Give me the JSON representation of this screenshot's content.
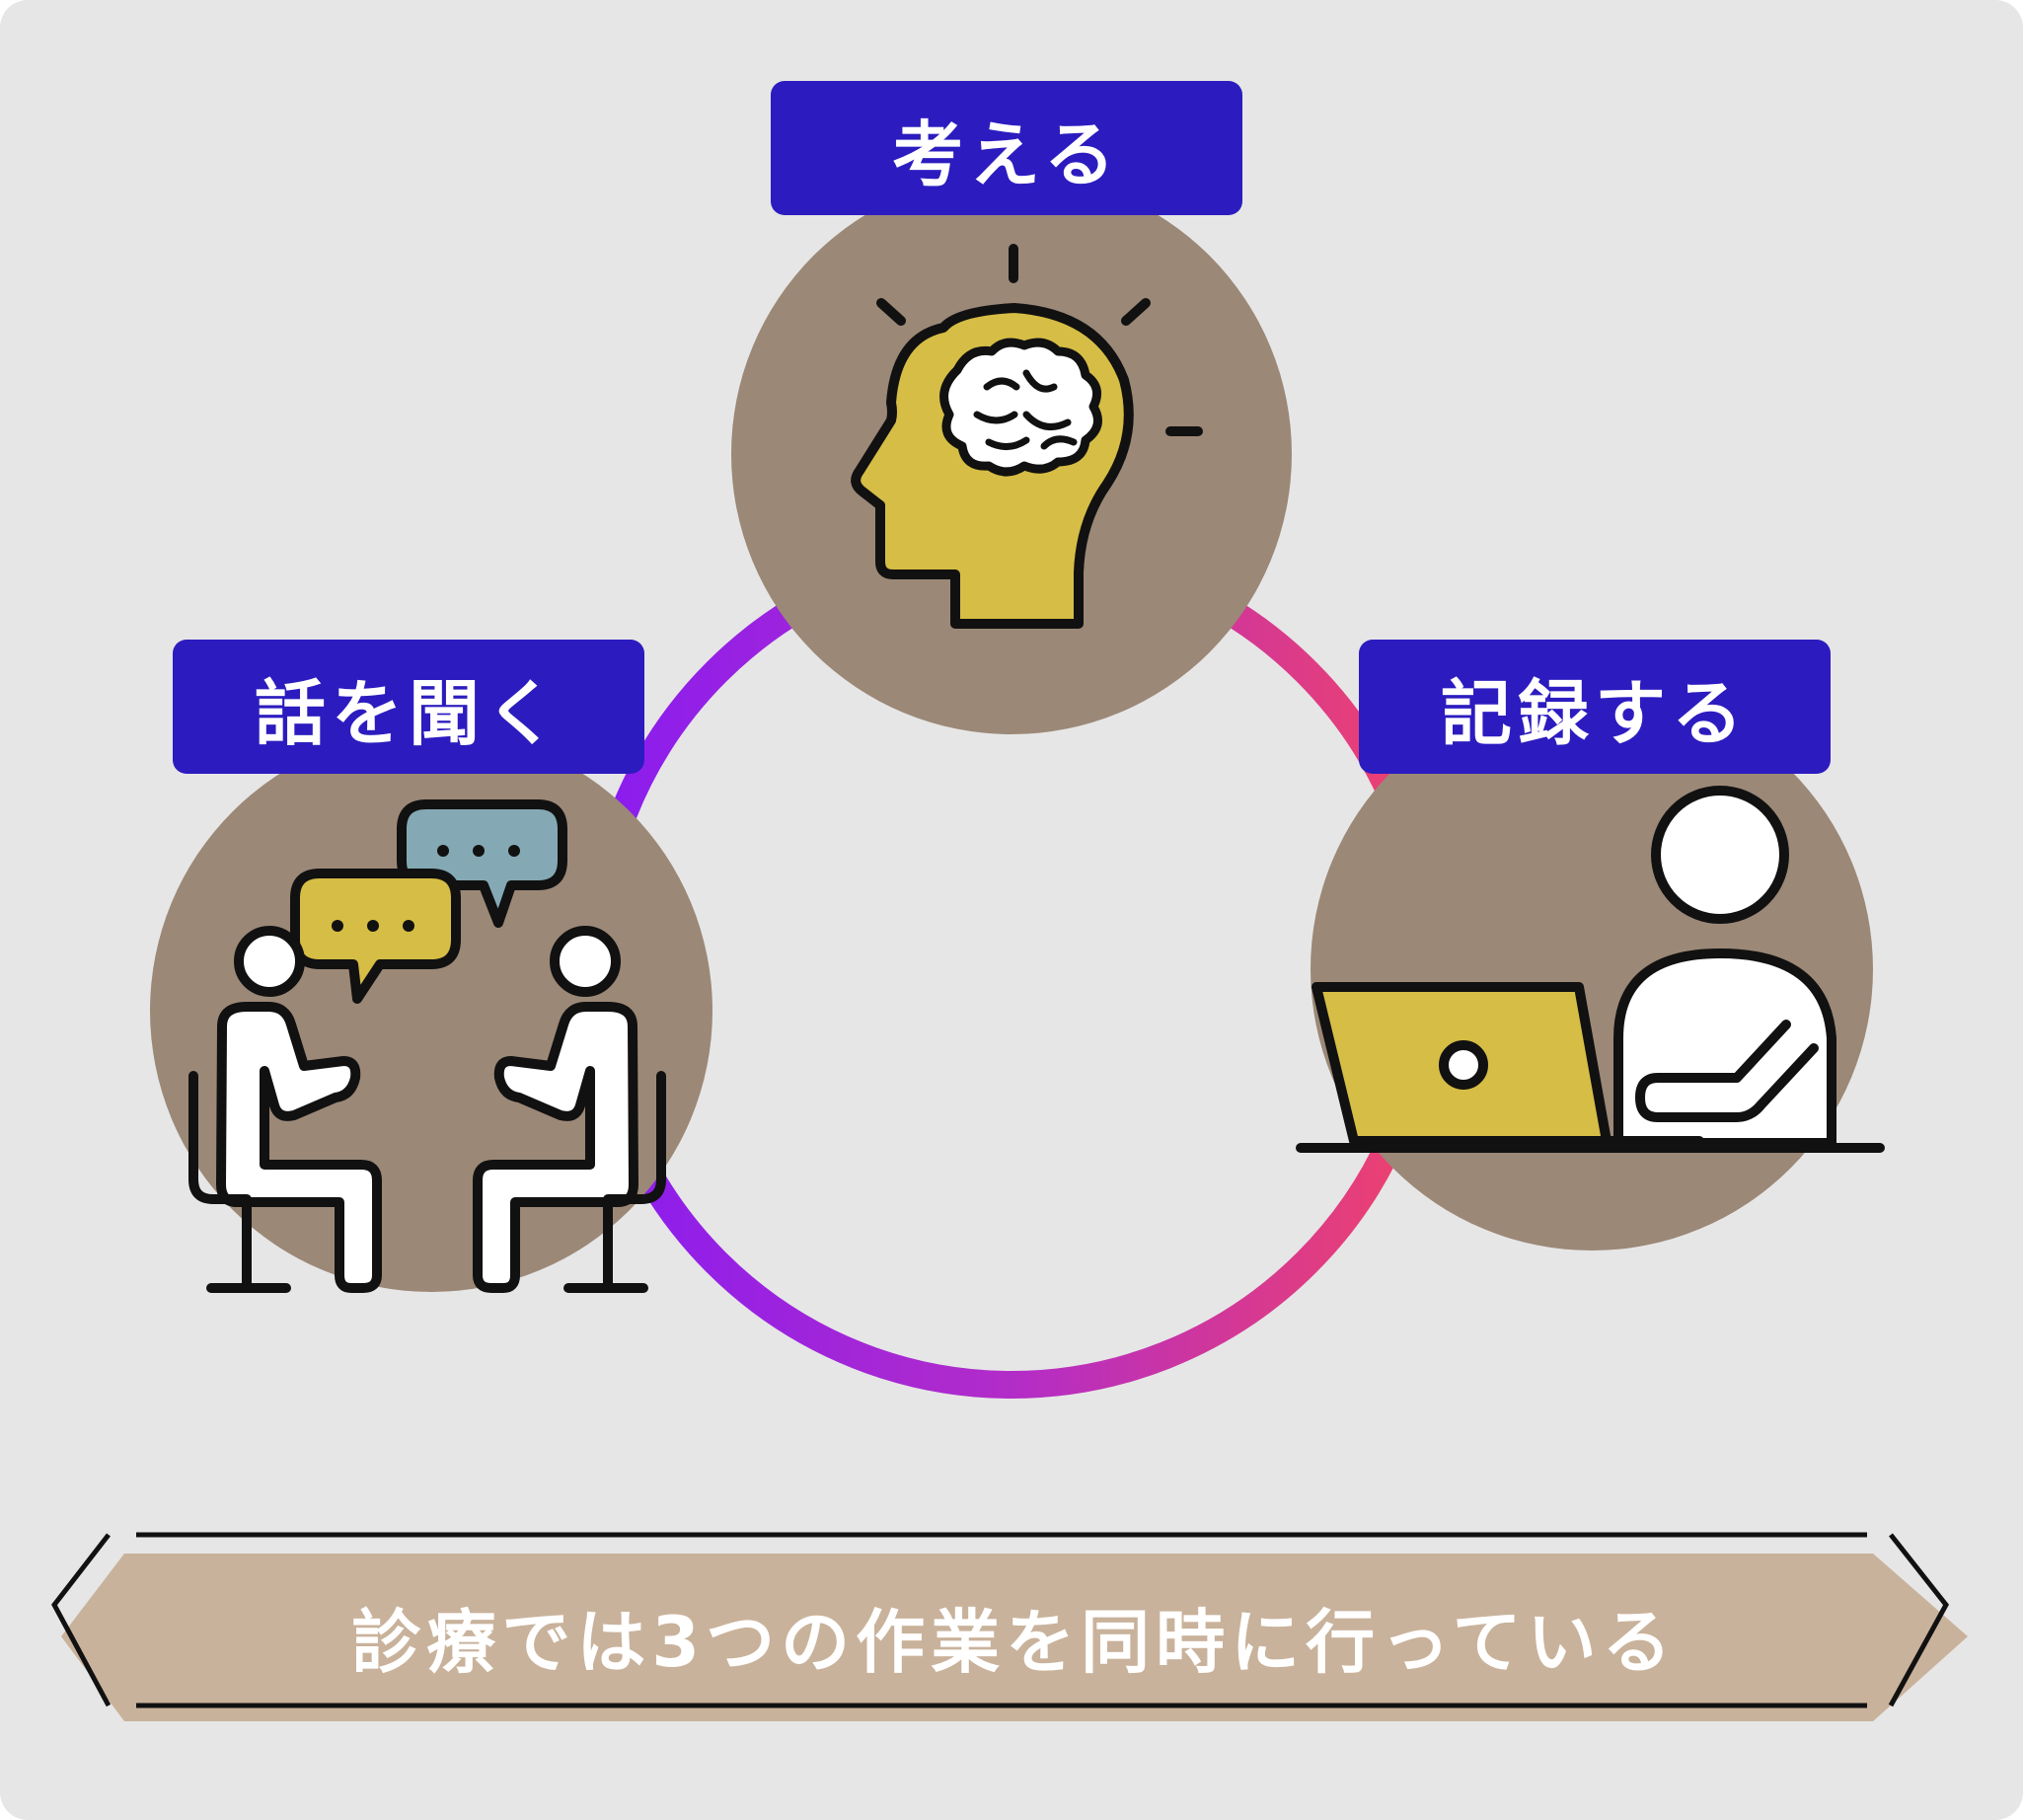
{
  "labels": {
    "think": "考える",
    "listen": "話を聞く",
    "record": "記録する"
  },
  "banner": {
    "text": "診療では3つの作業を同時に行っている"
  },
  "icons": {
    "think": "head-with-brain-icon",
    "listen": "two-people-talking-icon",
    "record": "person-at-laptop-icon"
  },
  "colors": {
    "background": "#e6e6e6",
    "label_fill": "#2c1cbf",
    "label_text": "#ffffff",
    "circle_fill": "#9b8877",
    "icon_yellow": "#d6bd45",
    "icon_blue": "#84a9b4",
    "ring_start": "#8a1cf0",
    "ring_end": "#f0426a",
    "banner_fill": "#c9b29b"
  }
}
